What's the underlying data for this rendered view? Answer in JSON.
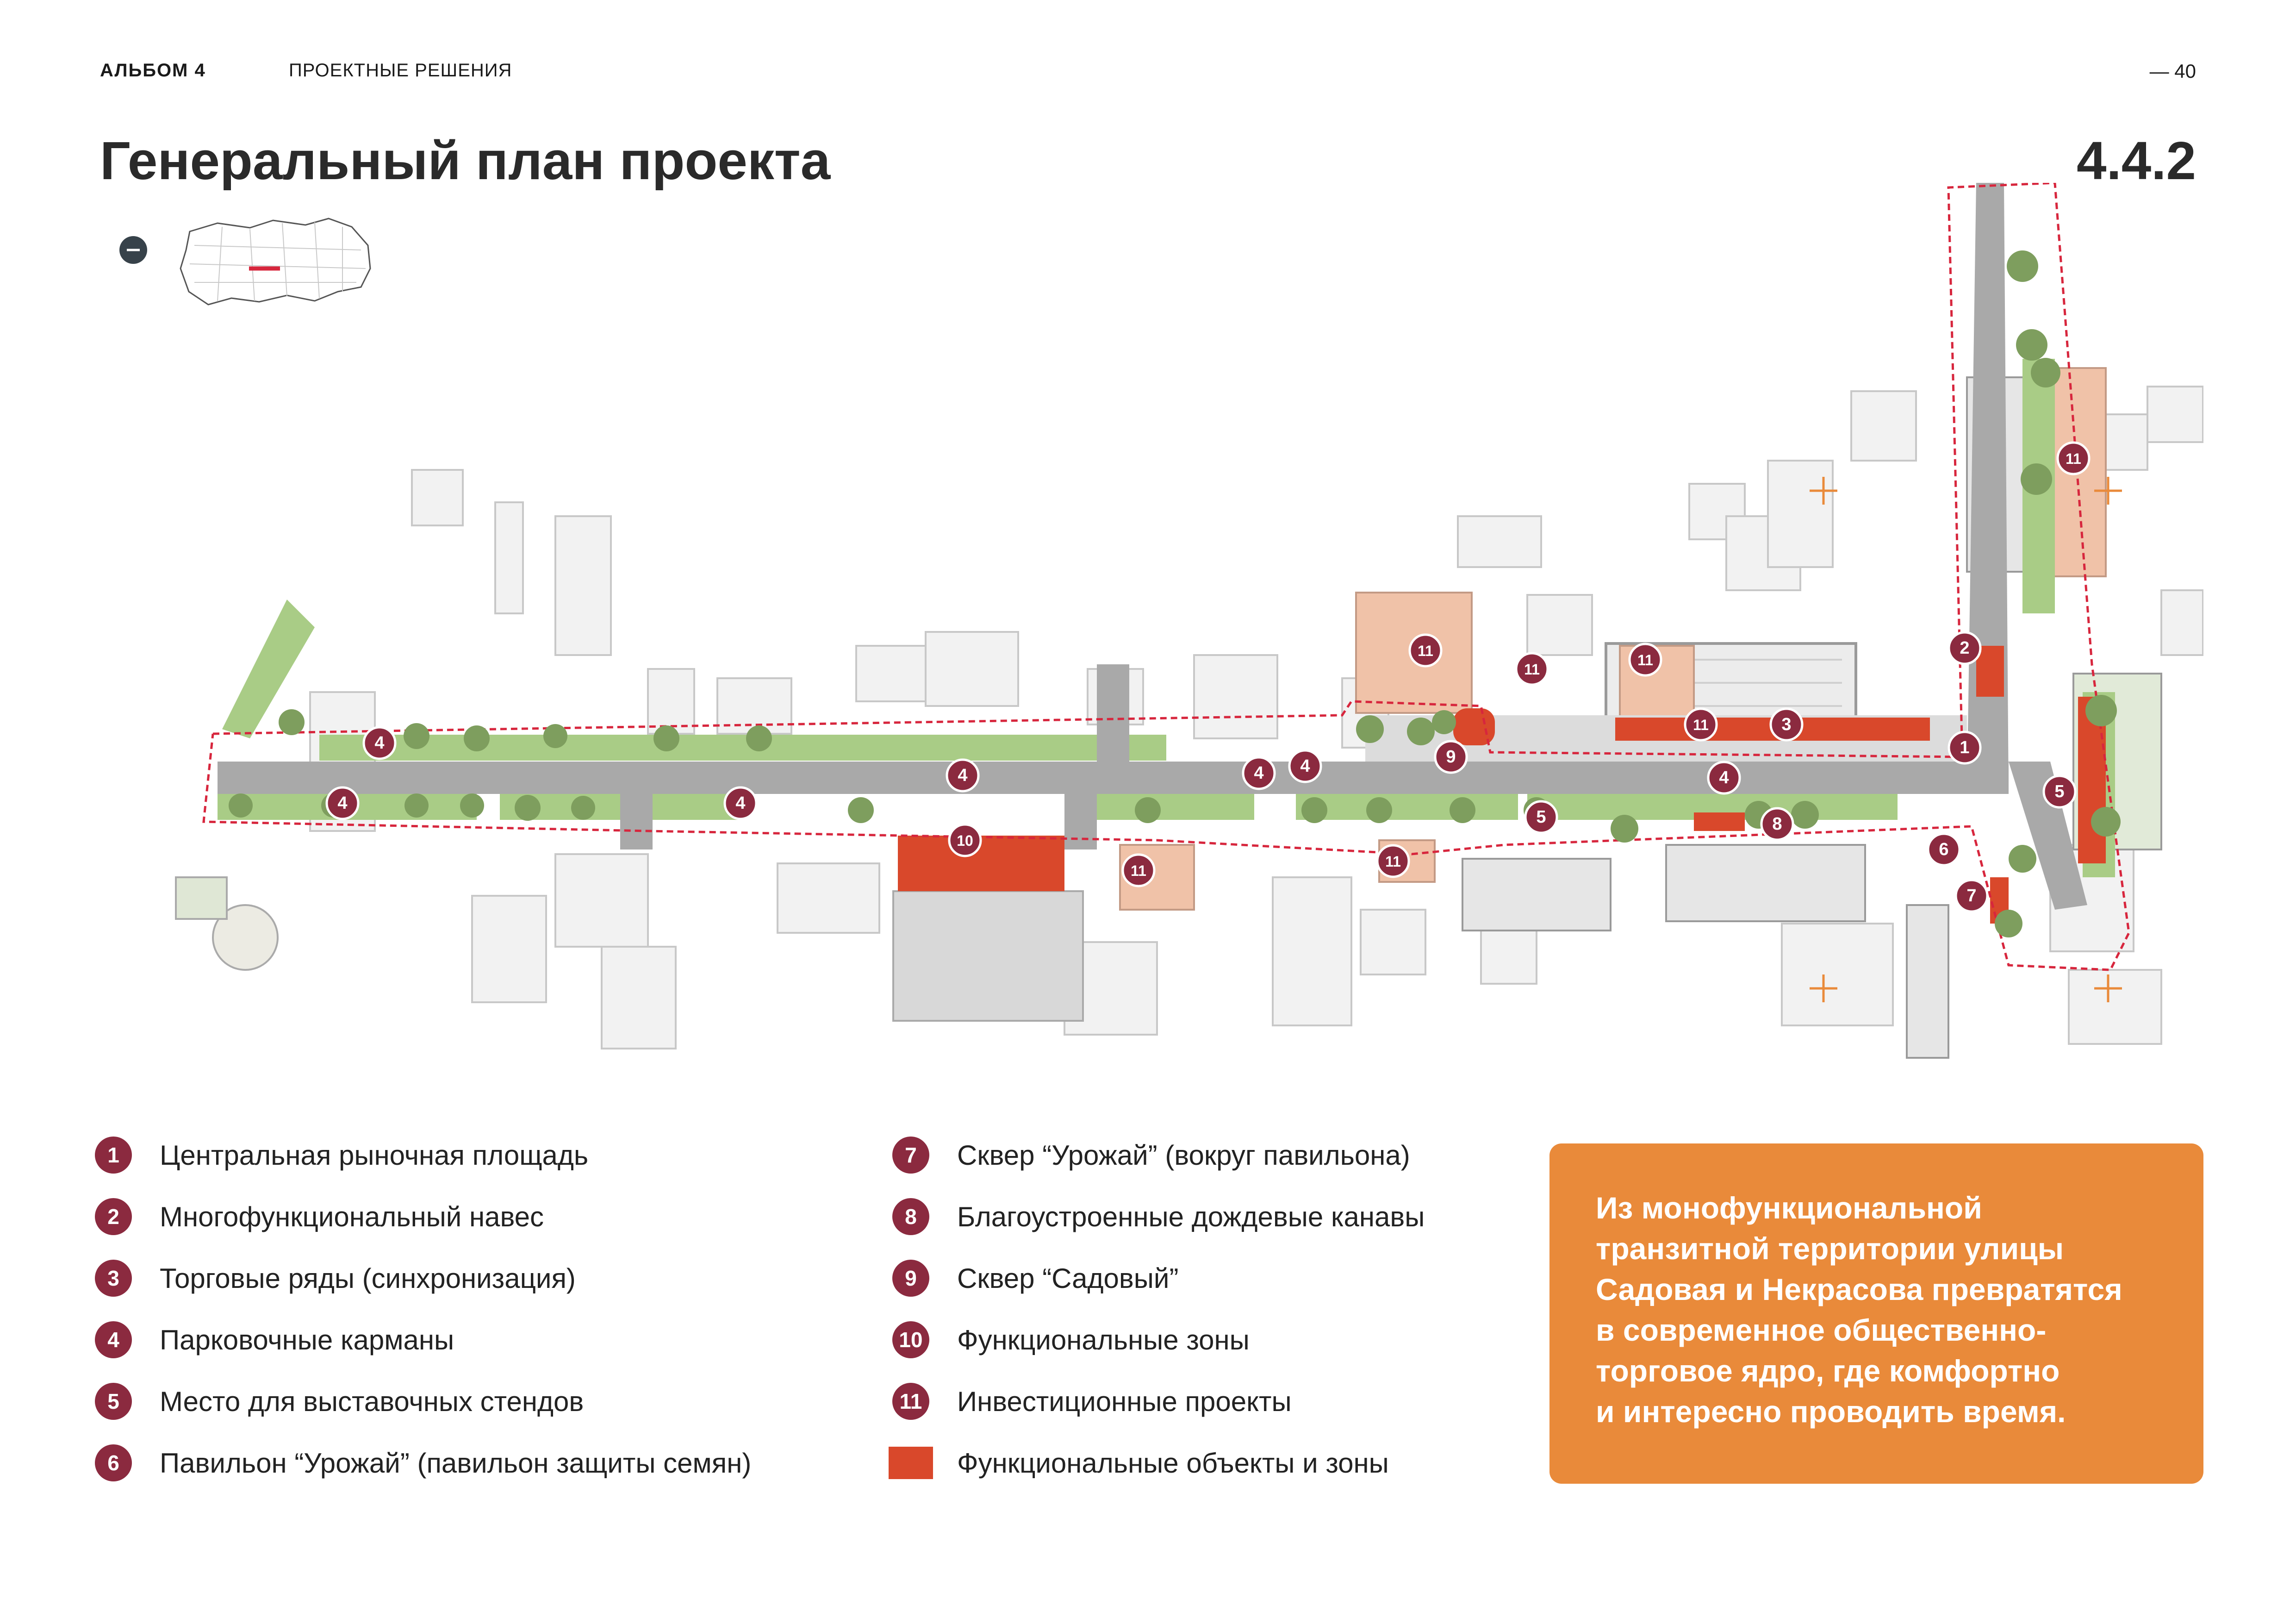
{
  "header": {
    "album": "АЛЬБОМ 4",
    "section": "ПРОЕКТНЫЕ РЕШЕНИЯ",
    "page": "— 40"
  },
  "title": "Генеральный план проекта",
  "code": "4.4.2",
  "map": {
    "markers": [
      "1",
      "2",
      "3",
      "4",
      "5",
      "6",
      "7",
      "8",
      "9",
      "10",
      "11"
    ],
    "colors": {
      "marker": "#8b2a3f",
      "functional": "#d9482b",
      "road": "#a9a9a9",
      "green": "#9ec47c",
      "boundary": "#d7263d",
      "investment": "#f0c2a8"
    }
  },
  "legend": [
    {
      "num": "1",
      "label": "Центральная рыночная площадь"
    },
    {
      "num": "2",
      "label": "Многофункциональный навес"
    },
    {
      "num": "3",
      "label": "Торговые ряды (синхронизация)"
    },
    {
      "num": "4",
      "label": "Парковочные карманы"
    },
    {
      "num": "5",
      "label": "Место для выставочных стендов"
    },
    {
      "num": "6",
      "label": "Павильон “Урожай” (павильон защиты семян)"
    },
    {
      "num": "7",
      "label": "Сквер “Урожай” (вокруг павильона)"
    },
    {
      "num": "8",
      "label": "Благоустроенные дождевые канавы"
    },
    {
      "num": "9",
      "label": "Сквер “Садовый”"
    },
    {
      "num": "10",
      "label": "Функциональные зоны"
    },
    {
      "num": "11",
      "label": "Инвестиционные проекты"
    }
  ],
  "legend_swatch": {
    "label": "Функциональные объекты и зоны",
    "color": "#d9482b"
  },
  "callout": {
    "color": "#e98a3a",
    "lines": [
      "Из монофункциональной",
      "транзитной территории улицы",
      "Садовая и Некрасова превратятся",
      "в современное общественно-",
      "торговое ядро, где комфортно",
      "и интересно проводить время."
    ]
  }
}
